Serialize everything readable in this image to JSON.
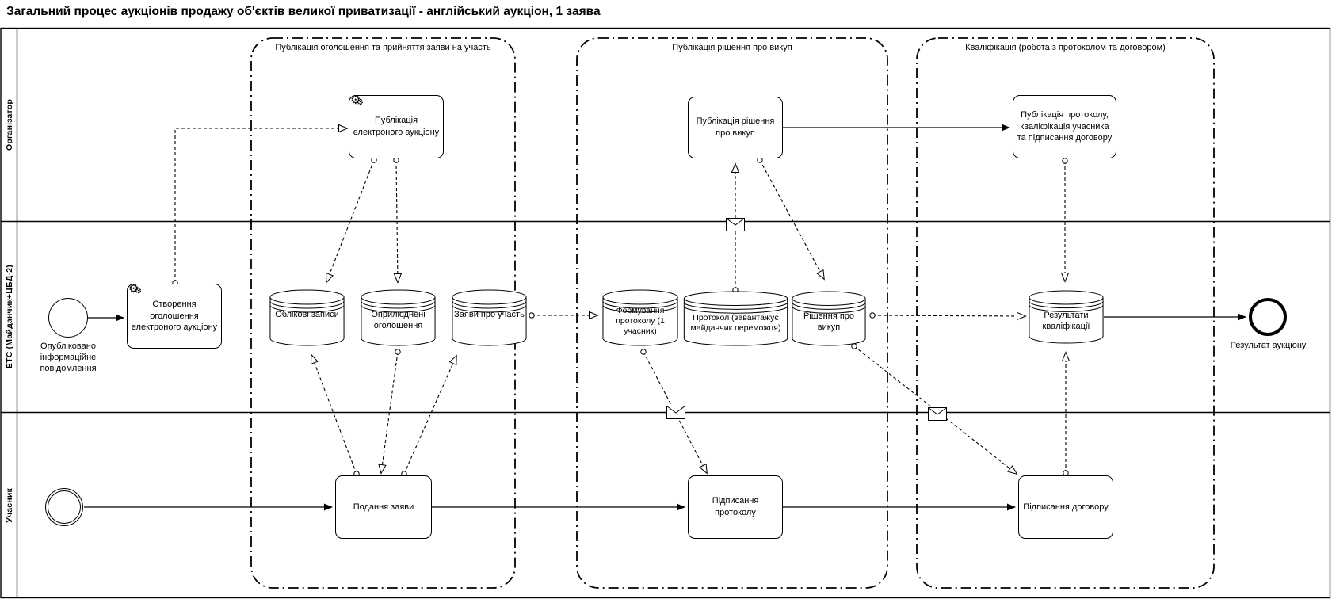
{
  "diagram_title": "Загальний процес аукціонів продажу об'єктів великої приватизації - англійський аукціон, 1 заява",
  "lanes": [
    {
      "label": "Організатор"
    },
    {
      "label": "ЕТС (Майданчик+ЦБД-2)"
    },
    {
      "label": "Учасник"
    }
  ],
  "groups": [
    {
      "title": "Публікація оголошення та прийняття заяви на участь"
    },
    {
      "title": "Публікація рішення про викуп"
    },
    {
      "title": "Кваліфікація (робота з протоколом та договором)"
    }
  ],
  "tasks": {
    "create_announcement": {
      "label": "Створення оголошення електроного аукціону",
      "type": "service"
    },
    "publish_auction": {
      "label": "Публікація електроного аукціону",
      "type": "service"
    },
    "publish_buyout_decision": {
      "label": "Публікація рішення про викуп"
    },
    "publish_protocol_qualify": {
      "label": "Публікація протоколу, кваліфікація учасника та підписання договору"
    },
    "submit_bid": {
      "label": "Подання заяви"
    },
    "sign_protocol": {
      "label": "Підписання протоколу"
    },
    "sign_contract": {
      "label": "Підписання договору"
    }
  },
  "datastores": {
    "accounts": {
      "label": "Облікові записи"
    },
    "published_announcements": {
      "label": "Оприлюднені оголошення"
    },
    "participation_bids": {
      "label": "Заяви про участь"
    },
    "protocol_forming": {
      "label": "Формування протоколу (1 учасник)"
    },
    "protocol_uploaded": {
      "label": "Протокол (завантажує майданчик переможця)"
    },
    "buyout_decision": {
      "label": "Рішення про викуп"
    },
    "qualification_results": {
      "label": "Результати кваліфікації"
    }
  },
  "events": {
    "start": {
      "label": "Опубліковано інформаційне повідомлення"
    },
    "end": {
      "label": "Результат аукціону"
    }
  },
  "icons": {
    "gear": "⚙"
  },
  "colors": {
    "stroke": "#000000",
    "fill": "#ffffff"
  }
}
